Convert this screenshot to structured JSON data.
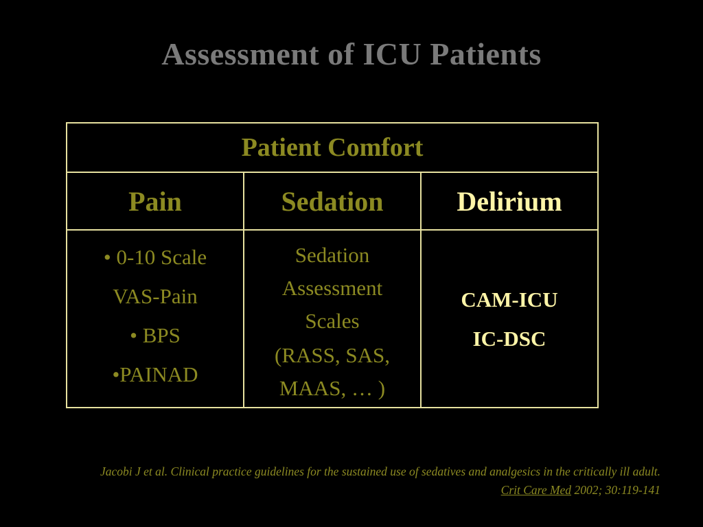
{
  "slide": {
    "title": "Assessment of  ICU Patients"
  },
  "table": {
    "header": "Patient Comfort",
    "columns": {
      "pain": "Pain",
      "sedation": "Sedation",
      "delirium": "Delirium"
    },
    "pain_items": [
      "• 0-10 Scale",
      "VAS-Pain",
      "• BPS",
      "•PAINAD"
    ],
    "sedation_items": [
      "Sedation",
      "Assessment",
      "Scales",
      "(RASS, SAS,",
      "MAAS, … )"
    ],
    "delirium_items": [
      "CAM-ICU",
      "IC-DSC"
    ]
  },
  "citation": {
    "line1": "Jacobi J et al. Clinical practice guidelines for the sustained use of  sedatives and analgesics in the critically ill adult.",
    "journal": "Crit Care Med",
    "details": " 2002; 30:119-141"
  },
  "colors": {
    "background": "#000000",
    "title": "#7a7a7a",
    "olive": "#8c8a22",
    "highlight": "#fff5a8",
    "border": "#e8e2a0"
  }
}
